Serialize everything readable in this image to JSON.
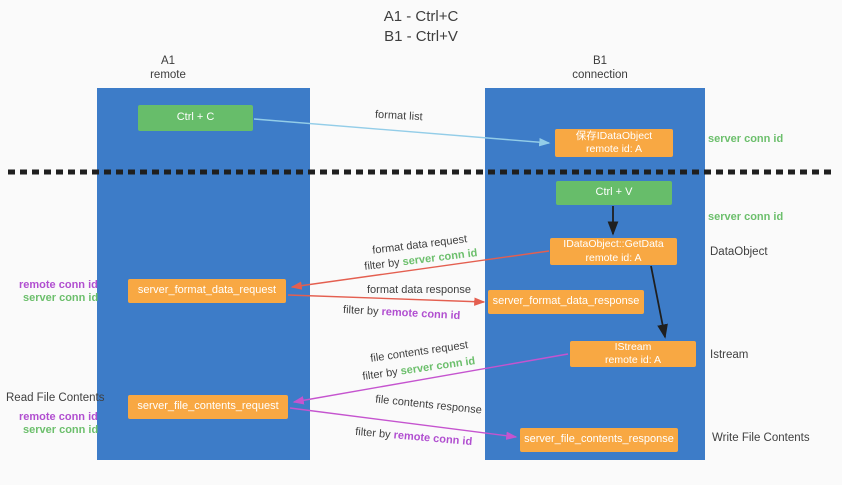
{
  "title": {
    "line1": "A1 - Ctrl+C",
    "line2": "B1 - Ctrl+V"
  },
  "lanes": {
    "left": {
      "id": "A1",
      "role": "remote"
    },
    "right": {
      "id": "B1",
      "role": "connection"
    }
  },
  "nodes": {
    "ctrl_c": "Ctrl + C",
    "ctrl_v": "Ctrl + V",
    "save_dataobject_line1": "保存IDataObject",
    "save_dataobject_line2": "remote id: A",
    "getdata_line1": "IDataObject::GetData",
    "getdata_line2": "remote id: A",
    "istream_line1": "IStream",
    "istream_line2": "remote id: A",
    "format_request": "server_format_data_request",
    "format_response": "server_format_data_response",
    "file_request": "server_file_contents_request",
    "file_response": "server_file_contents_response"
  },
  "arrow_labels": {
    "format_list": "format list",
    "format_data_request": "format data request",
    "format_data_response": "format data response",
    "file_contents_request": "file contents request",
    "file_contents_response": "file contents response",
    "filter_by": "filter by",
    "server_conn_id": "server conn id",
    "remote_conn_id": "remote conn id"
  },
  "side_labels": {
    "server_conn_id_top": "server conn id",
    "server_conn_id_mid": "server conn id",
    "dataobject": "DataObject",
    "istream": "Istream",
    "write_file_contents": "Write File Contents",
    "read_file_contents": "Read File Contents",
    "remote_conn_id_1": "remote conn id",
    "server_conn_id_1": "server conn id",
    "remote_conn_id_2": "remote conn id",
    "server_conn_id_2": "server conn id"
  },
  "colors": {
    "lane_blue": "#3d7cc8",
    "box_green": "#67bd6a",
    "box_orange": "#f8a843",
    "arrow_blue": "#93cde8",
    "arrow_red": "#e45f50",
    "arrow_purple": "#c554cf",
    "arrow_black": "#1f1f1f",
    "text_green": "#6cbf6c",
    "text_purple": "#b14fd0"
  }
}
